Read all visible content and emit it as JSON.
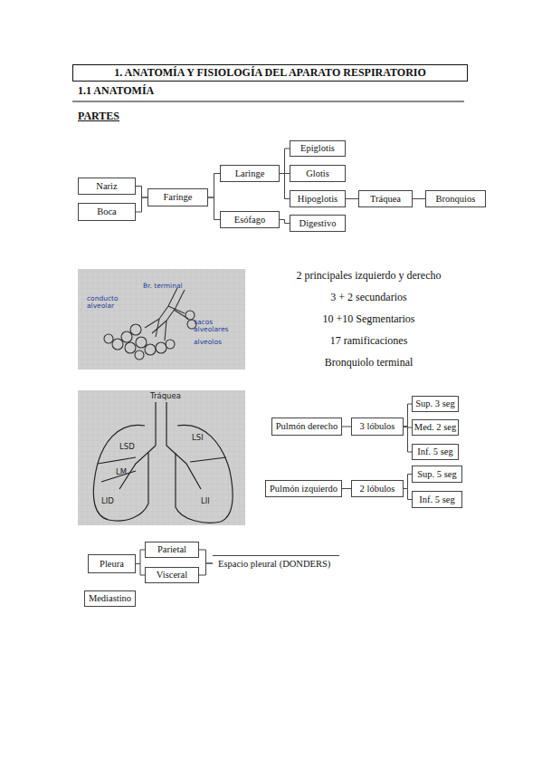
{
  "diagram": {
    "title": "1. ANATOMÍA Y FISIOLOGÍA DEL APARATO RESPIRATORIO",
    "nodes": [
      {
        "text": [
          "Nariz"
        ]
      },
      {
        "text": [
          "Boca"
        ]
      },
      {
        "text": [
          "Faringe"
        ]
      },
      {
        "text": [
          "Laringe"
        ]
      },
      {
        "text": [
          "Esófago"
        ]
      },
      {
        "text": [
          "Epiglotis"
        ]
      },
      {
        "text": [
          "Glotis"
        ]
      },
      {
        "text": [
          "Hipoglotis"
        ]
      },
      {
        "text": [
          "Digestivo"
        ]
      },
      {
        "text": [
          "Tráquea"
        ]
      },
      {
        "text": [
          "Bronquios"
        ]
      },
      {
        "text": [
          "Pulmón derecho"
        ]
      },
      {
        "text": [
          "3 lóbulos"
        ]
      },
      {
        "text": [
          "Sup. 3 seg"
        ]
      },
      {
        "text": [
          "Med. 2 seg"
        ]
      },
      {
        "text": [
          "Inf. 5 seg"
        ]
      },
      {
        "text": [
          "Pulmón izquierdo"
        ]
      },
      {
        "text": [
          "2 lóbulos"
        ]
      },
      {
        "text": [
          "Sup. 5 seg"
        ]
      },
      {
        "text": [
          "Inf. 5 seg"
        ]
      },
      {
        "text": [
          "Pleura"
        ]
      },
      {
        "text": [
          "Parietal"
        ]
      },
      {
        "text": [
          "Visceral"
        ]
      },
      {
        "text": [
          "Espacio pleural (DONDERS)"
        ]
      },
      {
        "text": [
          "Mediastino"
        ]
      }
    ],
    "edges": [
      {
        "from": 0,
        "to": 2,
        "arrow": "none"
      },
      {
        "from": 1,
        "to": 2,
        "arrow": "none"
      },
      {
        "from": 2,
        "to": 3,
        "arrow": "none"
      },
      {
        "from": 2,
        "to": 4,
        "arrow": "none"
      },
      {
        "from": 3,
        "to": 5,
        "arrow": "none"
      },
      {
        "from": 3,
        "to": 6,
        "arrow": "none"
      },
      {
        "from": 3,
        "to": 7,
        "arrow": "none"
      },
      {
        "from": 4,
        "to": 8,
        "arrow": "none"
      },
      {
        "from": 7,
        "to": 9,
        "arrow": "none"
      },
      {
        "from": 9,
        "to": 10,
        "arrow": "none"
      },
      {
        "from": 11,
        "to": 12,
        "arrow": "none"
      },
      {
        "from": 12,
        "to": 13,
        "arrow": "none"
      },
      {
        "from": 12,
        "to": 14,
        "arrow": "none"
      },
      {
        "from": 12,
        "to": 15,
        "arrow": "none"
      },
      {
        "from": 16,
        "to": 17,
        "arrow": "none"
      },
      {
        "from": 17,
        "to": 18,
        "arrow": "none"
      },
      {
        "from": 17,
        "to": 19,
        "arrow": "none"
      },
      {
        "from": 20,
        "to": 21,
        "arrow": "none"
      },
      {
        "from": 20,
        "to": 22,
        "arrow": "none"
      },
      {
        "from": 21,
        "to": 23,
        "arrow": "none"
      },
      {
        "from": 22,
        "to": 23,
        "arrow": "none"
      }
    ],
    "labels": [
      "1.1 ANATOMÍA",
      "PARTES",
      "Br. terminal",
      "conducto alveolar",
      "sacos alveolares",
      "alveolos",
      "2 principales izquierdo y derecho",
      "3 + 2 secundarios",
      "10 +10 Segmentarios",
      "17 ramificaciones",
      "Bronquiolo terminal",
      "Tráquea",
      "LSD",
      "LM",
      "LID",
      "LSI",
      "LII"
    ]
  }
}
